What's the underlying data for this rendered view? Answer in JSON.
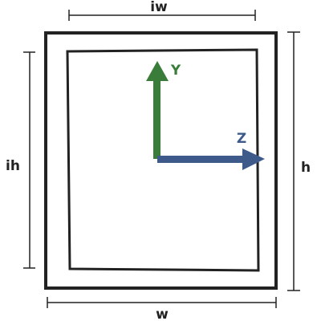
{
  "dimensions": {
    "inner_width": "iw",
    "inner_height": "ih",
    "outer_width": "w",
    "outer_height": "h"
  },
  "axes": {
    "y": {
      "label": "Y",
      "color": "#3a7d3a"
    },
    "z": {
      "label": "Z",
      "color": "#3d5a8a"
    }
  },
  "colors": {
    "frame": "#222222",
    "dimension_line": "#222222"
  }
}
